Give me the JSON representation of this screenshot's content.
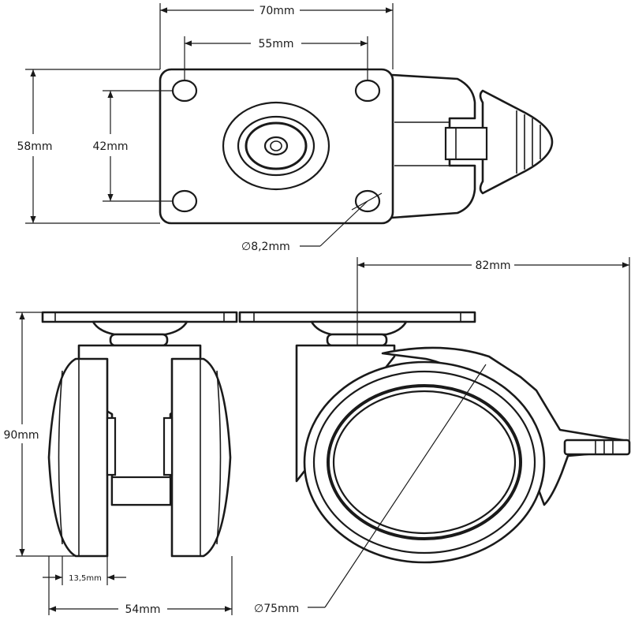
{
  "dimensions": {
    "plate_width": "70mm",
    "hole_spacing_x": "55mm",
    "plate_height": "58mm",
    "hole_spacing_y": "42mm",
    "hole_diameter": "∅8,2mm",
    "total_length": "82mm",
    "total_height": "90mm",
    "wheel_width": "13,5mm",
    "total_width": "54mm",
    "wheel_diameter": "∅75mm"
  },
  "colors": {
    "line": "#1a1a1a",
    "background": "#ffffff"
  }
}
